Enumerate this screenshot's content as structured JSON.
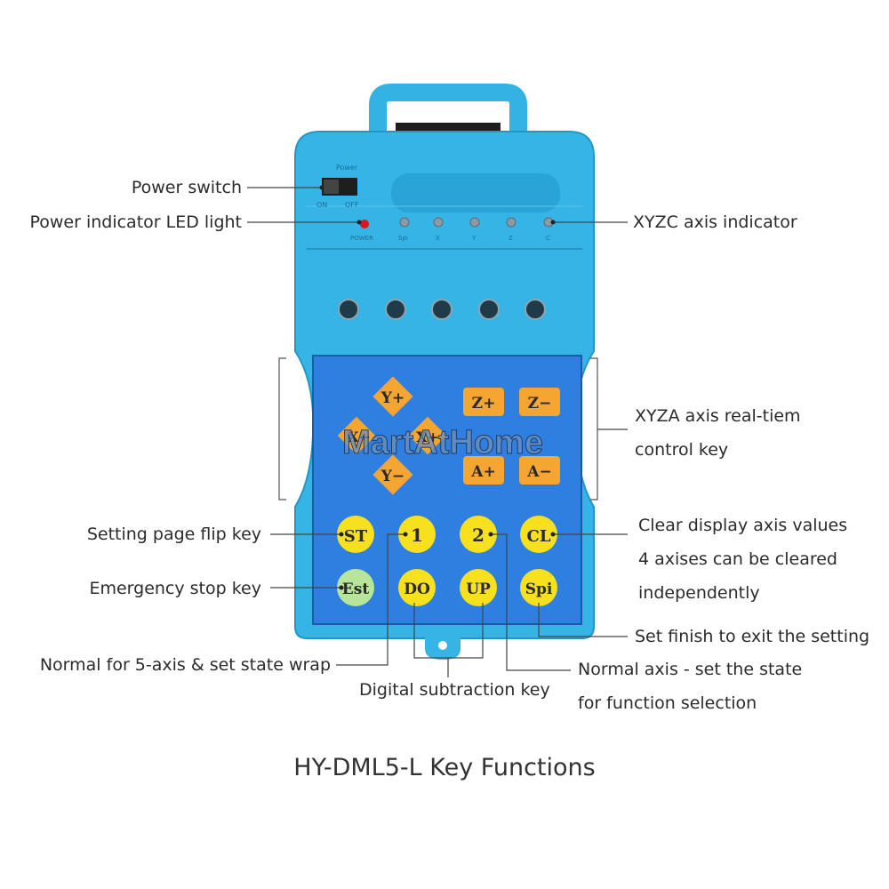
{
  "device": {
    "small_labels": {
      "power": "Power",
      "on": "ON",
      "off": "OFF",
      "power_led": "POWER",
      "spi": "Spi",
      "x": "X",
      "y": "Y",
      "z": "Z",
      "c": "C"
    },
    "keys": {
      "y_plus": "Y+",
      "y_minus": "Y−",
      "x_minus": "X−",
      "x_plus": "X+",
      "z_plus": "Z+",
      "z_minus": "Z−",
      "a_plus": "A+",
      "a_minus": "A−",
      "st": "ST",
      "one": "1",
      "two": "2",
      "cl": "CL",
      "est": "Est",
      "do": "DO",
      "up": "UP",
      "spi": "Spi"
    },
    "watermark": "MartAtHome"
  },
  "annotations": {
    "power_switch": "Power switch",
    "power_led": "Power indicator LED light",
    "axis_indicator": "XYZC axis indicator",
    "realtime_line1": "XYZA axis real-tiem",
    "realtime_line2": "control key",
    "page_flip": "Setting page flip key",
    "emergency_stop": "Emergency stop key",
    "clear_line1": "Clear display axis values",
    "clear_line2": "4 axises can be cleared",
    "clear_line3": "independently",
    "set_finish": "Set finish to exit the setting",
    "normal_5axis": "Normal for 5-axis & set state wrap",
    "normal_axis_line1": "Normal axis - set the state",
    "normal_axis_line2": "for function selection",
    "digital_sub": "Digital subtraction key"
  },
  "caption": "HY-DML5-L Key Functions",
  "colors": {
    "body": "#36b4e6",
    "panel": "#2f7fe0",
    "orange_key": "#f5a531",
    "yellow_key": "#f7e01e",
    "green_key": "#b7e59a",
    "led_red": "#d8161c"
  }
}
